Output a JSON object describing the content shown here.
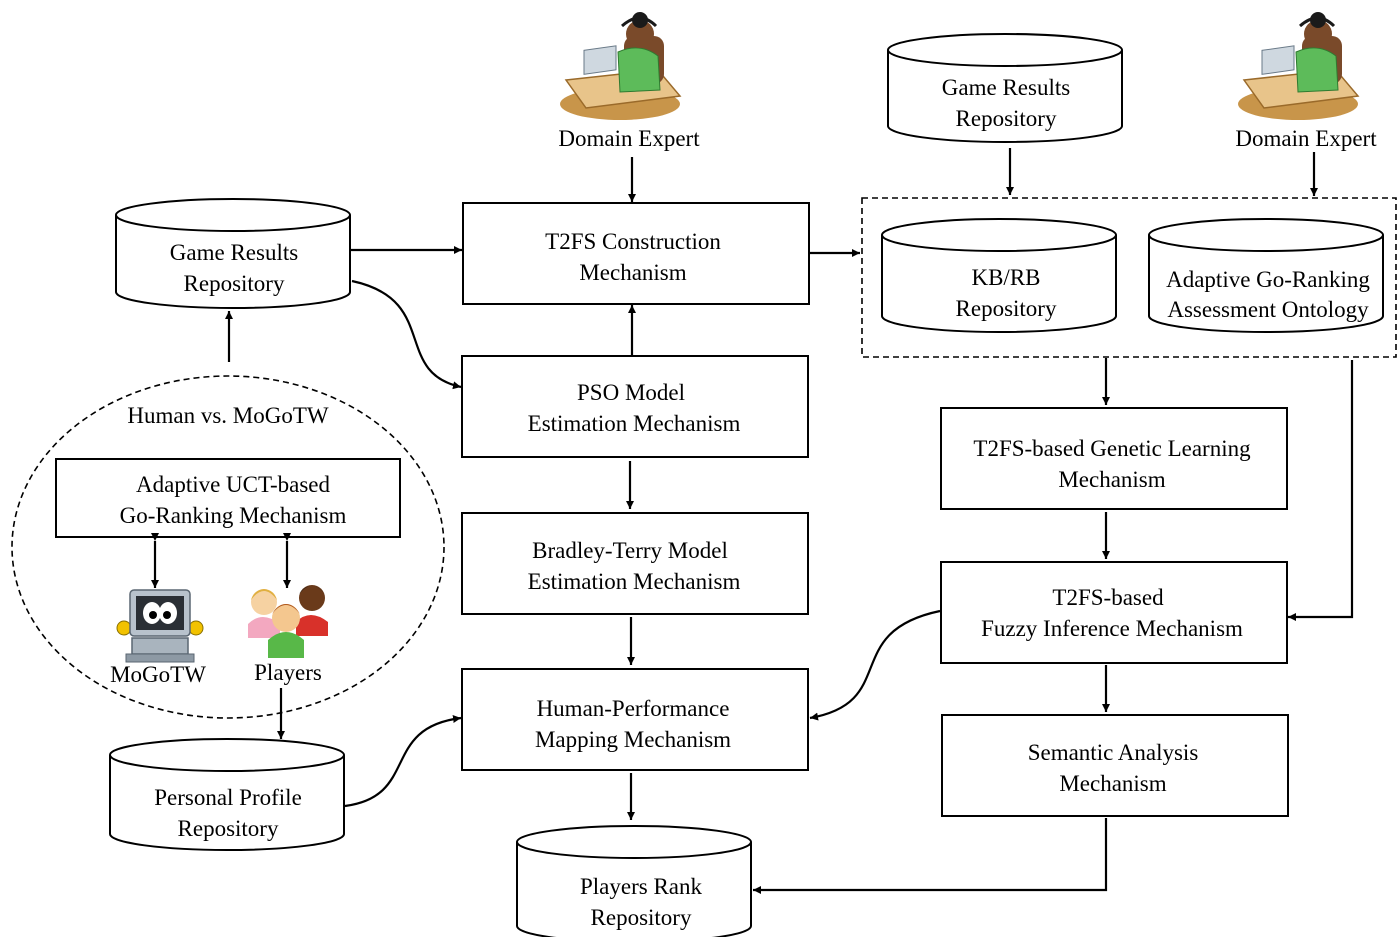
{
  "nodes": {
    "domain_expert_center": {
      "label": "Domain Expert",
      "icon": "domain-expert-icon"
    },
    "domain_expert_right": {
      "label": "Domain Expert",
      "icon": "domain-expert-icon"
    },
    "game_results_left": {
      "lines": [
        "Game Results",
        "Repository"
      ]
    },
    "game_results_right": {
      "lines": [
        "Game Results",
        "Repository"
      ]
    },
    "t2fs_construction": {
      "lines": [
        "T2FS Construction",
        "Mechanism"
      ]
    },
    "pso_model": {
      "lines": [
        "PSO Model",
        "Estimation Mechanism"
      ]
    },
    "bradley_terry": {
      "lines": [
        "Bradley-Terry Model",
        "Estimation Mechanism"
      ]
    },
    "human_performance": {
      "lines": [
        "Human-Performance",
        "Mapping Mechanism"
      ]
    },
    "players_rank": {
      "lines": [
        "Players Rank",
        "Repository"
      ]
    },
    "kb_rb": {
      "lines": [
        "KB/RB",
        "Repository"
      ]
    },
    "ontology": {
      "lines": [
        "Adaptive Go-Ranking",
        "Assessment Ontology"
      ]
    },
    "genetic_learning": {
      "lines": [
        "T2FS-based Genetic Learning",
        "Mechanism"
      ]
    },
    "fuzzy_inference": {
      "lines": [
        "T2FS-based",
        "Fuzzy Inference Mechanism"
      ]
    },
    "semantic_analysis": {
      "lines": [
        "Semantic Analysis",
        "Mechanism"
      ]
    },
    "human_vs_mogotw": {
      "label": "Human vs. MoGoTW"
    },
    "uct_ranking": {
      "lines": [
        "Adaptive UCT-based",
        "Go-Ranking Mechanism"
      ]
    },
    "mogotw": {
      "label": "MoGoTW",
      "icon": "computer-robot-icon"
    },
    "players": {
      "label": "Players",
      "icon": "players-group-icon"
    },
    "personal_profile": {
      "lines": [
        "Personal Profile",
        "Repository"
      ]
    }
  },
  "edges": [
    {
      "from": "Domain Expert",
      "to": "T2FS Construction Mechanism"
    },
    {
      "from": "Game Results Repository",
      "to": "T2FS Construction Mechanism"
    },
    {
      "from": "Game Results Repository",
      "to": "PSO Model Estimation Mechanism"
    },
    {
      "from": "PSO Model Estimation Mechanism",
      "to": "T2FS Construction Mechanism"
    },
    {
      "from": "PSO Model Estimation Mechanism",
      "to": "Bradley-Terry Model Estimation Mechanism"
    },
    {
      "from": "Bradley-Terry Model Estimation Mechanism",
      "to": "Human-Performance Mapping Mechanism"
    },
    {
      "from": "Human-Performance Mapping Mechanism",
      "to": "Players Rank Repository"
    },
    {
      "from": "T2FS Construction Mechanism",
      "to": "KB/RB Repository"
    },
    {
      "from": "Game Results Repository",
      "to": "KB/RB Repository"
    },
    {
      "from": "Domain Expert",
      "to": "Adaptive Go-Ranking Assessment Ontology"
    },
    {
      "from": "KB/RB Repository",
      "to": "T2FS-based Genetic Learning Mechanism"
    },
    {
      "from": "Adaptive Go-Ranking Assessment Ontology",
      "to": "T2FS-based Fuzzy Inference Mechanism"
    },
    {
      "from": "T2FS-based Genetic Learning Mechanism",
      "to": "T2FS-based Fuzzy Inference Mechanism"
    },
    {
      "from": "T2FS-based Fuzzy Inference Mechanism",
      "to": "Human-Performance Mapping Mechanism"
    },
    {
      "from": "T2FS-based Fuzzy Inference Mechanism",
      "to": "Semantic Analysis Mechanism"
    },
    {
      "from": "Semantic Analysis Mechanism",
      "to": "Players Rank Repository"
    },
    {
      "from": "Human vs. MoGoTW",
      "to": "Game Results Repository"
    },
    {
      "from": "Adaptive UCT-based Go-Ranking Mechanism",
      "to": "MoGoTW",
      "bidirectional": true
    },
    {
      "from": "Adaptive UCT-based Go-Ranking Mechanism",
      "to": "Players",
      "bidirectional": true
    },
    {
      "from": "Players",
      "to": "Personal Profile Repository"
    },
    {
      "from": "Personal Profile Repository",
      "to": "Human-Performance Mapping Mechanism"
    }
  ]
}
